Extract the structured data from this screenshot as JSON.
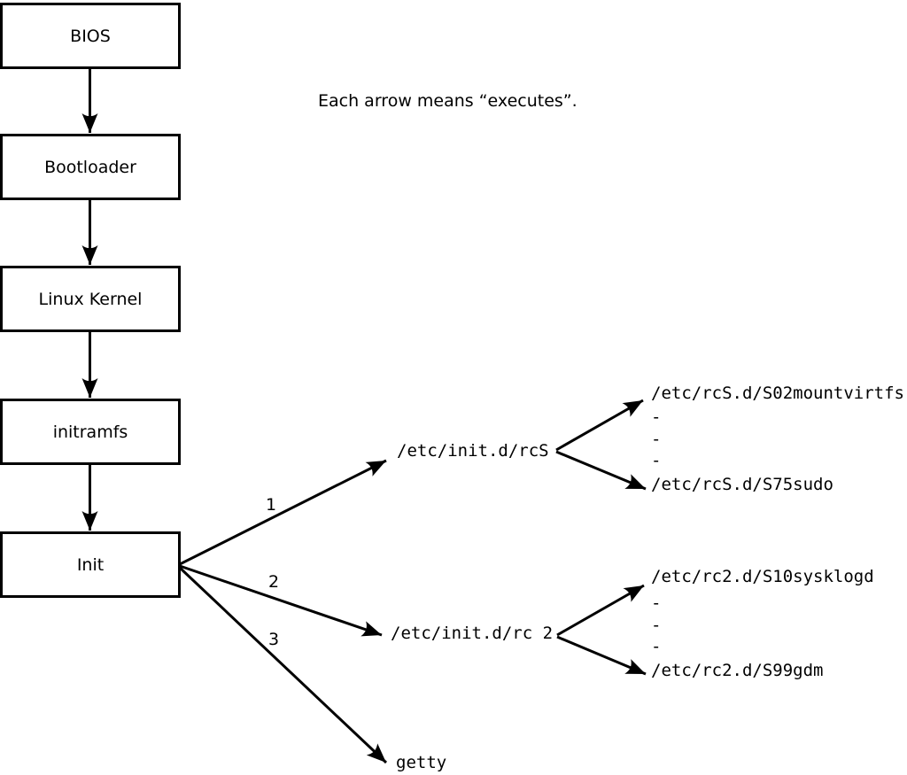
{
  "caption": "Each arrow means “executes”.",
  "boot_chain": [
    {
      "label": "BIOS"
    },
    {
      "label": "Bootloader"
    },
    {
      "label": "Linux Kernel"
    },
    {
      "label": "initramfs"
    },
    {
      "label": "Init"
    }
  ],
  "init_branches": [
    {
      "number": "1",
      "target": "/etc/init.d/rcS"
    },
    {
      "number": "2",
      "target": "/etc/init.d/rc 2"
    },
    {
      "number": "3",
      "target": "getty"
    }
  ],
  "rcS_dir_listing": [
    "/etc/rcS.d/S02mountvirtfs",
    "-",
    "-",
    "-",
    "/etc/rcS.d/S75sudo"
  ],
  "rc2_dir_listing": [
    "/etc/rc2.d/S10sysklogd",
    "-",
    "-",
    "-",
    "/etc/rc2.d/S99gdm"
  ],
  "colors": {
    "line": "#000000",
    "background": "#ffffff",
    "box_fill": "#ffffff"
  }
}
